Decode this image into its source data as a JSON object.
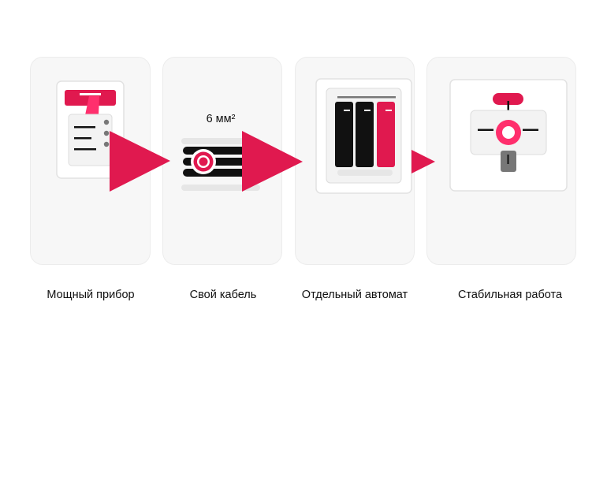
{
  "steps": [
    {
      "label": "Мощный прибор",
      "icon": "appliance-icon"
    },
    {
      "label": "Свой кабель",
      "icon": "cable-icon",
      "note": "6 мм²"
    },
    {
      "label": "Отдельный автомат",
      "icon": "circuit-breaker-icon"
    },
    {
      "label": "Стабильная работа",
      "icon": "stable-connection-icon"
    }
  ],
  "colors": {
    "accent": "#e0194f",
    "accent_light": "#ff2f6d",
    "dark": "#111111",
    "card_bg": "#f7f7f7",
    "gray": "#777777"
  }
}
